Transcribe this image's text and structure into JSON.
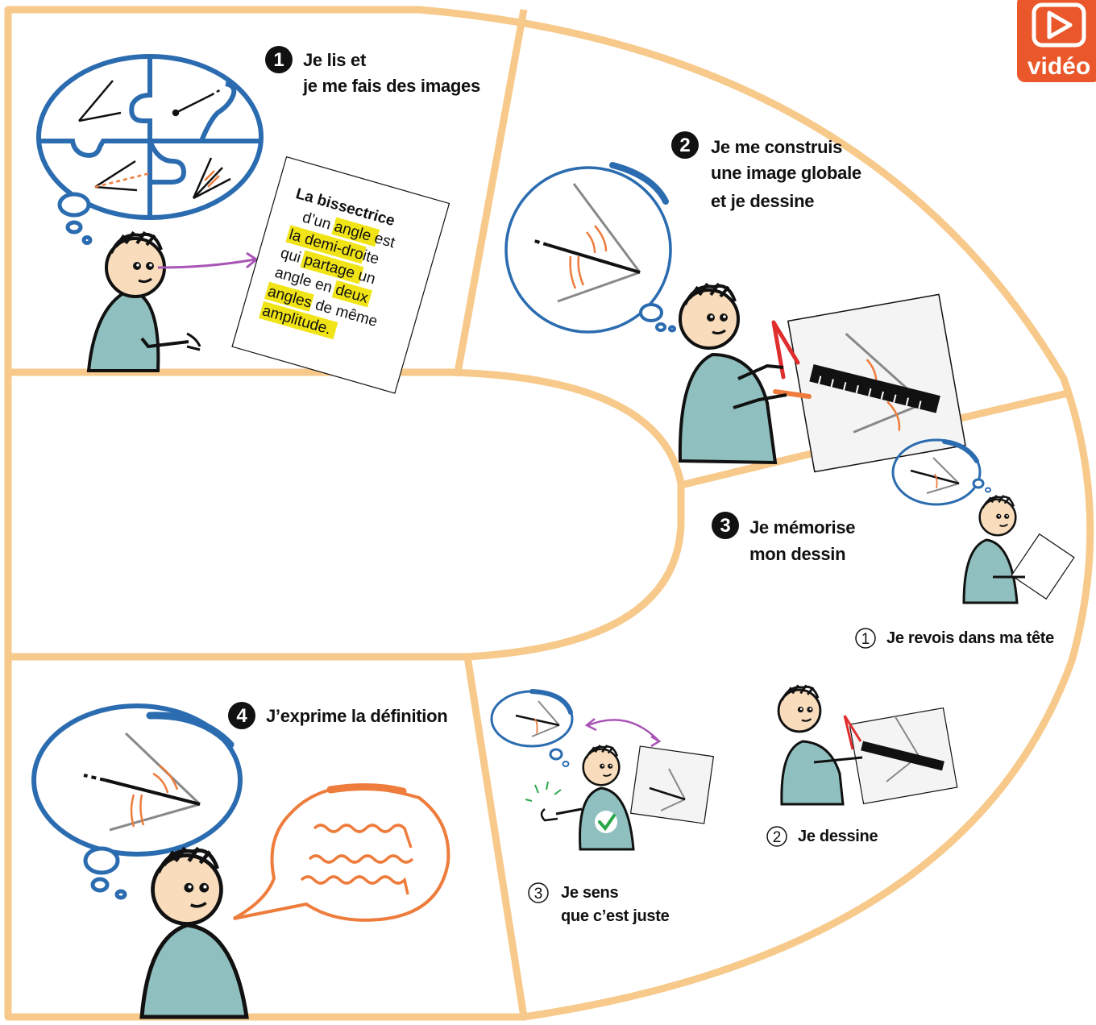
{
  "steps": [
    {
      "number": "1",
      "line1": "Je lis et",
      "line2": "je me fais des images"
    },
    {
      "number": "2",
      "line1": "Je me construis",
      "line2": "une image globale",
      "line3": "et je dessine"
    },
    {
      "number": "3",
      "line1": "Je mémorise",
      "line2": "mon dessin",
      "substeps": [
        {
          "number": "1",
          "label": "Je revois dans ma tête"
        },
        {
          "number": "2",
          "label": "Je dessine"
        },
        {
          "number": "3",
          "line1": "Je sens",
          "line2": "que c’est juste"
        }
      ]
    },
    {
      "number": "4",
      "line1": "J’exprime la définition"
    }
  ],
  "document": {
    "title": "La bissectrice",
    "lines": [
      "d’un angle est",
      "la demi-droite",
      "qui partage un",
      "angle en deux",
      "angles de même",
      "amplitude."
    ]
  },
  "video_badge": {
    "label": "vidéo",
    "icon": "play-icon"
  },
  "colors": {
    "frame": "#f7c98a",
    "thought_blue": "#2b6cb0",
    "speech_orange": "#ee7c3c",
    "highlight": "#f1e416",
    "shirt": "#8fbfbf",
    "skin": "#f8dcbc",
    "badge": "#e9572a",
    "arrow_purple": "#a855b5",
    "check_green": "#2aa84a"
  }
}
